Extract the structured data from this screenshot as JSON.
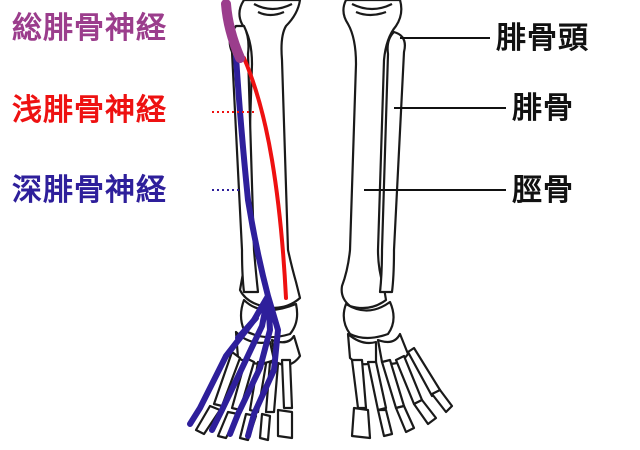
{
  "labels": {
    "common_peroneal": "総腓骨神経",
    "superficial_peroneal": "浅腓骨神経",
    "deep_peroneal": "深腓骨神経",
    "fibula_head": "腓骨頭",
    "fibula": "腓骨",
    "tibia": "脛骨"
  },
  "colors": {
    "common_peroneal": "#9b3d8c",
    "superficial_peroneal": "#ee1111",
    "deep_peroneal": "#2e1f9b",
    "bone_outline": "#1a1a1a",
    "leader": "#111111"
  }
}
